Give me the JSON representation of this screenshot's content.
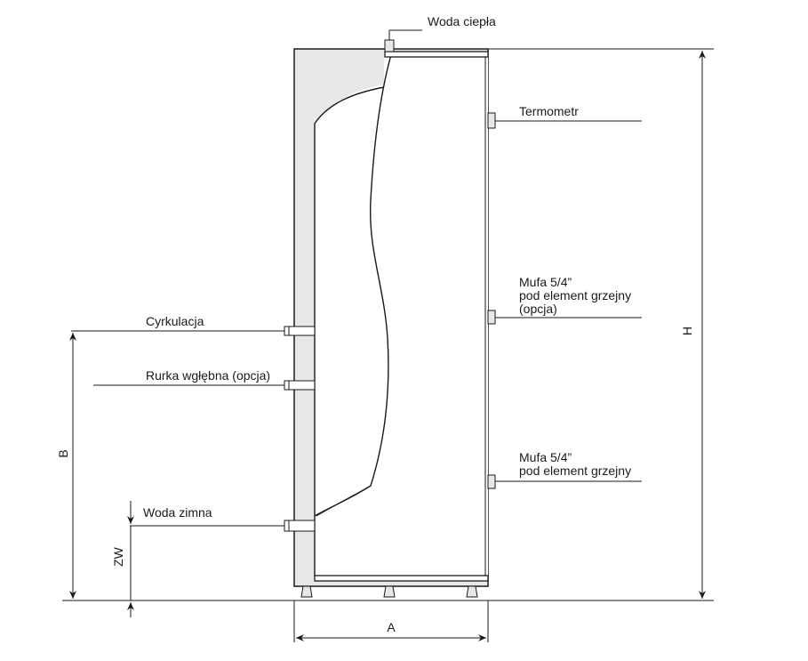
{
  "labels": {
    "hot_water": "Woda ciepła",
    "thermometer": "Termometr",
    "heater_socket_optional_l1": "Mufa 5/4”",
    "heater_socket_optional_l2": "pod element grzejny",
    "heater_socket_optional_l3": "(opcja)",
    "heater_socket_l1": "Mufa 5/4”",
    "heater_socket_l2": "pod element grzejny",
    "circulation": "Cyrkulacja",
    "sensor_tube": "Rurka wgłębna (opcja)",
    "cold_water": "Woda zimna"
  },
  "dimensions": {
    "height": "H",
    "width": "A",
    "b": "B",
    "zw": "ZW"
  },
  "colors": {
    "insulation": "#e8e8e8",
    "line": "#1a1a1a",
    "background": "#ffffff"
  }
}
